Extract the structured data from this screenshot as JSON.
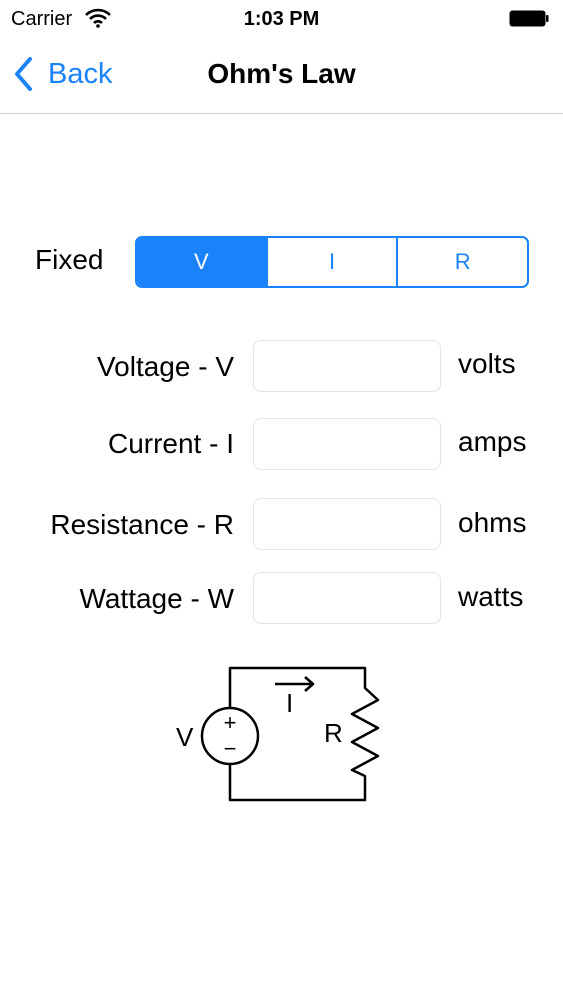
{
  "status": {
    "carrier": "Carrier",
    "time": "1:03 PM"
  },
  "nav": {
    "back_label": "Back",
    "title": "Ohm's Law"
  },
  "fixed": {
    "label": "Fixed",
    "segments": [
      "V",
      "I",
      "R"
    ],
    "selected": "V"
  },
  "rows": [
    {
      "label": "Voltage - V",
      "value": "",
      "unit": "volts"
    },
    {
      "label": "Current - I",
      "value": "",
      "unit": "amps"
    },
    {
      "label": "Resistance - R",
      "value": "",
      "unit": "ohms"
    },
    {
      "label": "Wattage - W",
      "value": "",
      "unit": "watts"
    }
  ],
  "diagram": {
    "source_label": "V",
    "plus": "+",
    "minus": "−",
    "current_label": "I",
    "resistor_label": "R"
  },
  "colors": {
    "accent": "#1a82fb",
    "field_border": "#e4e4e4"
  },
  "icons": {
    "back": "chevron-left-icon",
    "wifi": "wifi-icon",
    "battery": "battery-icon"
  }
}
